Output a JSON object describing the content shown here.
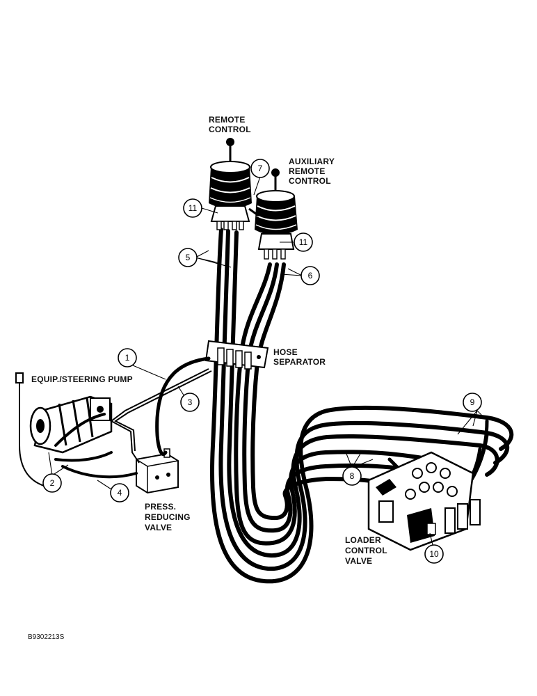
{
  "labels": {
    "remote_control": [
      "REMOTE",
      "CONTROL"
    ],
    "auxiliary_remote_control": [
      "AUXILIARY",
      "REMOTE",
      "CONTROL"
    ],
    "hose_separator": [
      "HOSE",
      "SEPARATOR"
    ],
    "pump": "EQUIP./STEERING PUMP",
    "press_reducing_valve": [
      "PRESS.",
      "REDUCING",
      "VALVE"
    ],
    "loader_control_valve": [
      "LOADER",
      "CONTROL",
      "VALVE"
    ],
    "figure_code": "B9302213S"
  },
  "callouts": [
    "1",
    "2",
    "3",
    "4",
    "5",
    "6",
    "7",
    "8",
    "9",
    "10",
    "11",
    "11"
  ],
  "colors": {
    "ink": "#000000",
    "paper": "#ffffff"
  }
}
